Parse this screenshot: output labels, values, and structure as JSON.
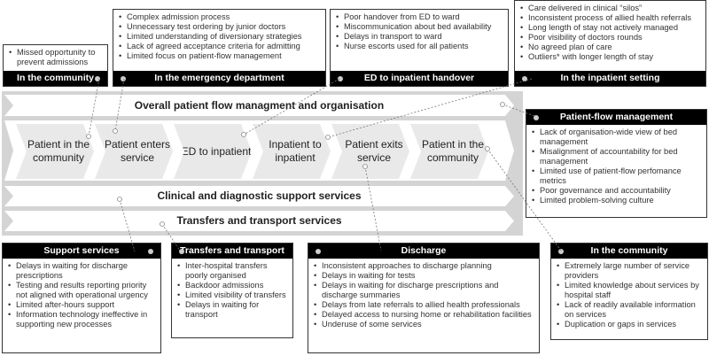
{
  "top_boxes": [
    {
      "title": "In the community",
      "items": [
        "Missed opportunity to prevent admissions"
      ]
    },
    {
      "title": "In the emergency department",
      "items": [
        "Complex admission process",
        "Unnecessary test ordering by junior doctors",
        "Limited understanding of diversionary strategies",
        "Lack of agreed acceptance criteria for admitting",
        "Limited focus on patient-flow management"
      ]
    },
    {
      "title": "ED to inpatient handover",
      "items": [
        "Poor handover from ED to ward",
        "Miscommunication about bed availability",
        "Delays in transport to ward",
        "Nurse escorts used for all patients"
      ]
    },
    {
      "title": "In the inpatient setting",
      "items": [
        "Care delivered in clinical “silos”",
        "Inconsistent process of allied health referrals",
        "Long length of stay not actively managed",
        "Poor visibility of doctors rounds",
        "No agreed plan of care",
        "Outliers* with longer length of stay"
      ]
    }
  ],
  "side_box": {
    "title": "Patient-flow management",
    "items": [
      "Lack of organisation-wide view of bed management",
      "Misalignment of accountability for bed management",
      "Limited use of patient-flow perfomance metrics",
      "Poor governance and accountability",
      "Limited problem-solving culture"
    ]
  },
  "bottom_boxes": [
    {
      "title": "Support services",
      "items": [
        "Delays in waiting for discharge prescriptions",
        "Testing and results reporting priority not aligned with operational urgency",
        "Limited after-hours support",
        "Information technology ineffective in supporting new processes"
      ]
    },
    {
      "title": "Transfers and transport",
      "items": [
        "Inter-hospital transfers poorly organised",
        "Backdoor admissions",
        "Limited visibility of transfers",
        "Delays in waiting for transport"
      ]
    },
    {
      "title": "Discharge",
      "items": [
        "Inconsistent approaches to discharge planning",
        "Delays in waiting for tests",
        "Delays in waiting for discharge prescriptions and discharge summaries",
        "Delays from late referrals to allied health professionals",
        "Delayed access to nursing home or rehabilitation facilities",
        "Underuse of some services"
      ]
    },
    {
      "title": "In the community",
      "items": [
        "Extremely large number of service providers",
        "Limited knowledge about services by hospital staff",
        "Lack of readily available information on services",
        "Duplication or gaps in services"
      ]
    }
  ],
  "bands": {
    "overall": "Overall patient flow managment and organisation",
    "clinical": "Clinical and diagnostic support services",
    "transfers": "Transfers and transport services"
  },
  "stages": [
    "Patient in the community",
    "Patient enters service",
    "ED to inpatient",
    "Inpatient to inpatient",
    "Patient exits service",
    "Patient in the community"
  ]
}
